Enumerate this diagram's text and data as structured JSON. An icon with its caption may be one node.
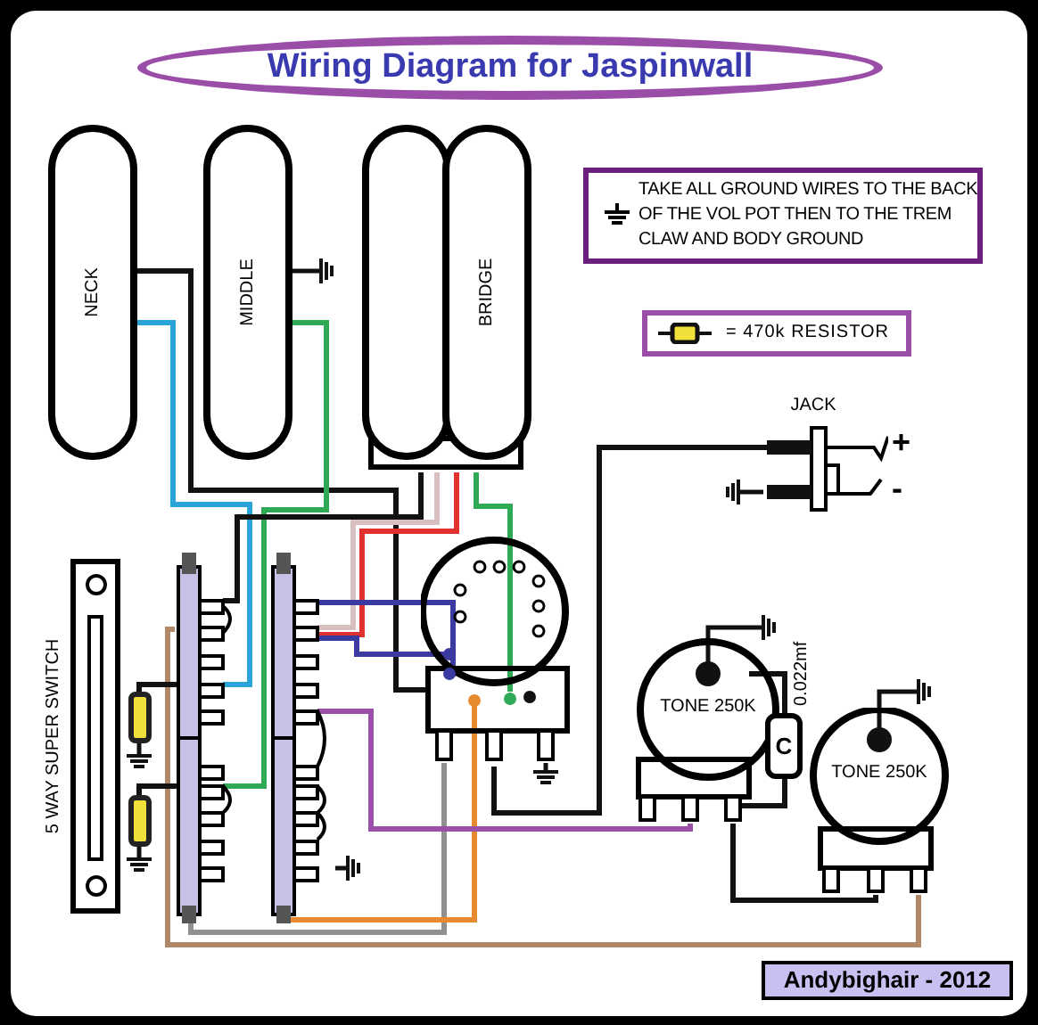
{
  "diagram": {
    "title": "Wiring Diagram for Jaspinwall",
    "nodes": [
      {
        "text": [
          "NECK"
        ]
      },
      {
        "text": [
          "MIDDLE"
        ]
      },
      {
        "text": [
          "BRIDGE"
        ]
      },
      {
        "text": [
          "TAKE ALL GROUND WIRES TO THE BACK OF THE VOL POT THEN TO THE TREM CLAW AND BODY GROUND"
        ]
      },
      {
        "text": [
          "JACK"
        ],
        "beside": [
          "+",
          "-"
        ]
      },
      {
        "text": [],
        "shape": "box"
      },
      {
        "text": [],
        "shape": "circle"
      },
      {
        "text": [
          "TONE 250K"
        ]
      },
      {
        "text": [
          "TONE 250K"
        ]
      },
      {
        "text": [
          "C"
        ],
        "beside": [
          "0.022mf"
        ]
      },
      {
        "text": [],
        "shape": "resistor"
      },
      {
        "text": [],
        "shape": "resistor"
      }
    ],
    "edges": [
      {
        "from": 0,
        "to": 5,
        "arrow": "none",
        "color": "#2aa3d6"
      },
      {
        "from": 0,
        "to": 6,
        "arrow": "none"
      },
      {
        "from": 1,
        "to": 5,
        "arrow": "none",
        "color": "#2eaa55"
      },
      {
        "from": 2,
        "to": 5,
        "arrow": "none"
      },
      {
        "from": 2,
        "to": 5,
        "arrow": "none",
        "color": "#d9c0c0"
      },
      {
        "from": 2,
        "to": 5,
        "arrow": "none",
        "color": "#e03030"
      },
      {
        "from": 2,
        "to": 6,
        "arrow": "none",
        "color": "#2eaa55"
      },
      {
        "from": 5,
        "to": 6,
        "arrow": "none",
        "color": "#3a3aa0"
      },
      {
        "from": 5,
        "to": 6,
        "arrow": "none",
        "color": "#909090"
      },
      {
        "from": 5,
        "to": 6,
        "arrow": "none",
        "color": "#e88a30"
      },
      {
        "from": 5,
        "to": 7,
        "arrow": "none",
        "color": "#9a50a8"
      },
      {
        "from": 5,
        "to": 8,
        "arrow": "none",
        "color": "#b08868"
      },
      {
        "from": 10,
        "to": 5,
        "arrow": "none"
      },
      {
        "from": 11,
        "to": 5,
        "arrow": "none"
      },
      {
        "from": 6,
        "to": 4,
        "arrow": "none"
      },
      {
        "from": 7,
        "to": 9,
        "arrow": "none"
      },
      {
        "from": 9,
        "to": 7,
        "arrow": "none"
      },
      {
        "from": 7,
        "to": 8,
        "arrow": "none"
      }
    ],
    "labels": [
      "5 WAY SUPER SWITCH",
      "Andybighair - 2012"
    ],
    "legend": [
      {
        "text": "= 470k RESISTOR"
      }
    ]
  }
}
